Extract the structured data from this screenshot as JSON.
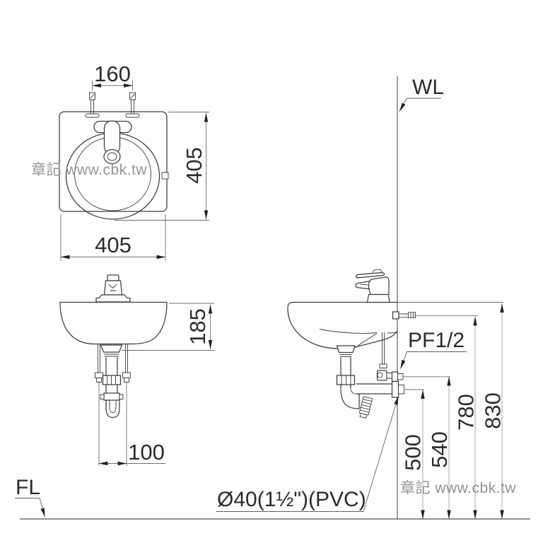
{
  "watermarks": {
    "top_left": "章記 www.cbk.tw",
    "bottom_right": "章記 www.cbk.tw"
  },
  "top_view": {
    "dim_faucet_hole_spacing": "160",
    "dim_depth": "405",
    "dim_width": "405"
  },
  "front_view": {
    "dim_rim_to_outlet_height": "185",
    "dim_supply_spacing": "100"
  },
  "side_view": {
    "wall_line_label": "WL",
    "floor_line_label": "FL",
    "supply_connection_label": "PF1/2",
    "drain_pipe_label": "Ø40(1½\")(PVC)",
    "dim_drain_center_height": "500",
    "dim_supply_center_height": "540",
    "dim_mounting_bolt_height": "780",
    "dim_rim_height": "830"
  },
  "colors": {
    "line": "#3c3c3c",
    "dimension": "#6e6e6e",
    "tall_dimension": "#9f9f9f",
    "wall_floor": "#8d8d8d",
    "text": "#2b2b2b",
    "watermark": "#949494",
    "background": "#ffffff"
  }
}
